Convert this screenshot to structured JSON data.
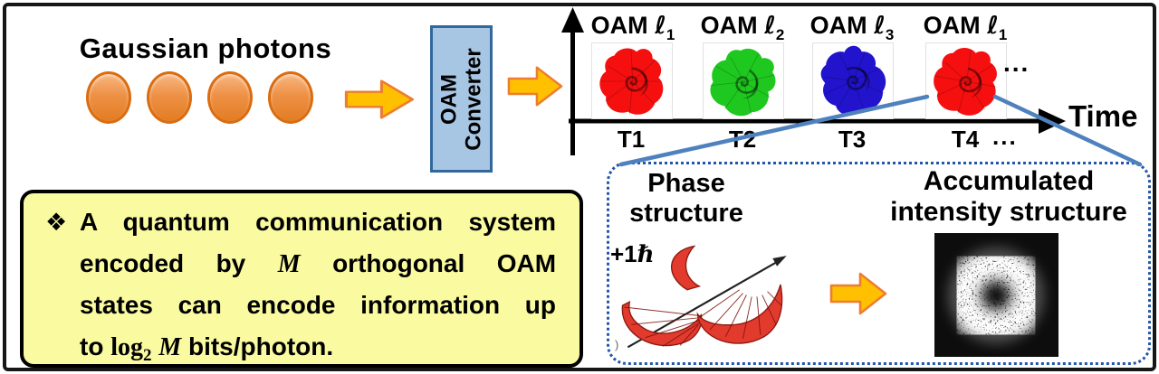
{
  "source": {
    "title": "Gaussian photons",
    "photon_count": 4
  },
  "converter": {
    "label_line1": "OAM",
    "label_line2": "Converter"
  },
  "timeline": {
    "time_label": "Time",
    "ellipsis_top": "...",
    "ellipsis_bottom": "...",
    "items": [
      {
        "label_prefix": "OAM",
        "mode_symbol": "ℓ",
        "mode_sub": "1",
        "time": "T1",
        "color": "#F50F0F"
      },
      {
        "label_prefix": "OAM",
        "mode_symbol": "ℓ",
        "mode_sub": "2",
        "time": "T2",
        "color": "#1FC81F"
      },
      {
        "label_prefix": "OAM",
        "mode_symbol": "ℓ",
        "mode_sub": "3",
        "time": "T3",
        "color": "#2213CC"
      },
      {
        "label_prefix": "OAM",
        "mode_symbol": "ℓ",
        "mode_sub": "1",
        "time": "T4",
        "color": "#F50F0F"
      }
    ]
  },
  "note": {
    "bullet": "❖",
    "line1": "A quantum communication system",
    "line2_pre": "encoded by",
    "line2_var": "M",
    "line2_post": "orthogonal OAM",
    "line3": "states can encode information up",
    "line4_pre": "to",
    "line4_log": "log",
    "line4_log_sub": "2",
    "line4_var": "M",
    "line4_post": "bits/photon."
  },
  "inset": {
    "phase_title_line1": "Phase",
    "phase_title_line2": "structure",
    "hbar_prefix": "+1",
    "hbar_symbol": "ℏ",
    "corner_mark": ")",
    "accumulated_line1": "Accumulated",
    "accumulated_line2": "intensity structure"
  },
  "colors": {
    "photon_orange": "#ED8733",
    "photon_border": "#DB6C10",
    "arrow_fill": "#FFC000",
    "arrow_border": "#ED7D31",
    "converter_fill": "#A7C6E4",
    "converter_border": "#31679B",
    "note_background": "#FAFAA0",
    "callout_blue": "#4E81BD",
    "dotted_border_blue": "#2456A8",
    "oam_red": "#F50F0F",
    "oam_green": "#1FC81F",
    "oam_blue": "#2213CC",
    "helix_red": "#E23B2E"
  }
}
